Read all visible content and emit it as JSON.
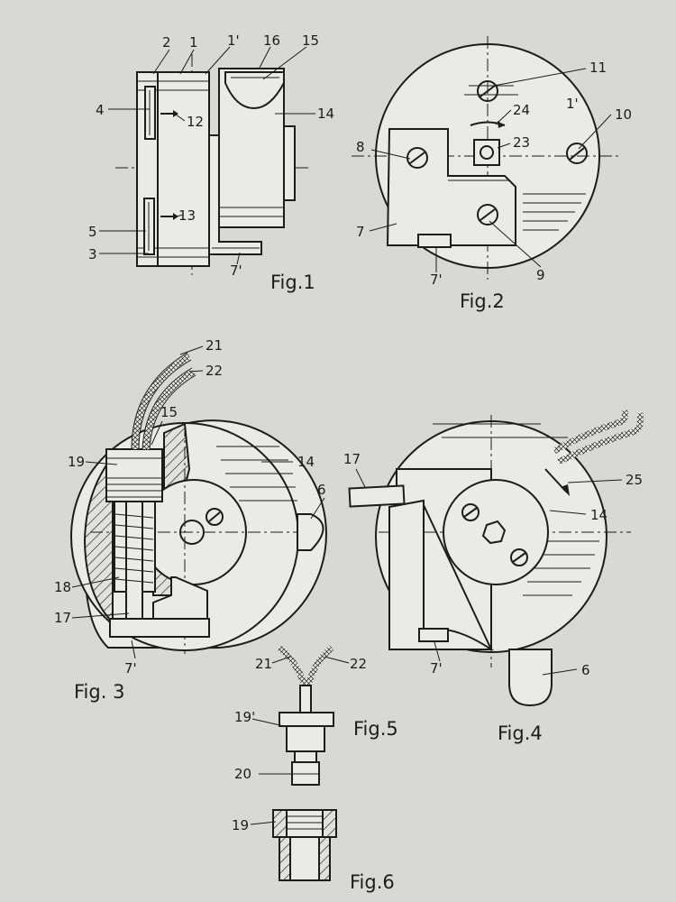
{
  "figures": {
    "fig1": {
      "title": "Fig.1",
      "labels": [
        "2",
        "1",
        "1'",
        "16",
        "15",
        "4",
        "12",
        "14",
        "13",
        "5",
        "3",
        "7'"
      ]
    },
    "fig2": {
      "title": "Fig.2",
      "labels": [
        "11",
        "1'",
        "10",
        "24",
        "8",
        "23",
        "7",
        "7'",
        "9"
      ]
    },
    "fig3": {
      "title": "Fig. 3",
      "labels": [
        "21",
        "22",
        "15",
        "19",
        "14",
        "6",
        "18",
        "17",
        "7'"
      ]
    },
    "fig4": {
      "title": "Fig.4",
      "labels": [
        "17",
        "25",
        "14",
        "7'",
        "6"
      ]
    },
    "fig5": {
      "title": "Fig.5",
      "labels": [
        "21",
        "22",
        "19'",
        "20"
      ]
    },
    "fig6": {
      "title": "Fig.6",
      "labels": [
        "19"
      ]
    }
  }
}
